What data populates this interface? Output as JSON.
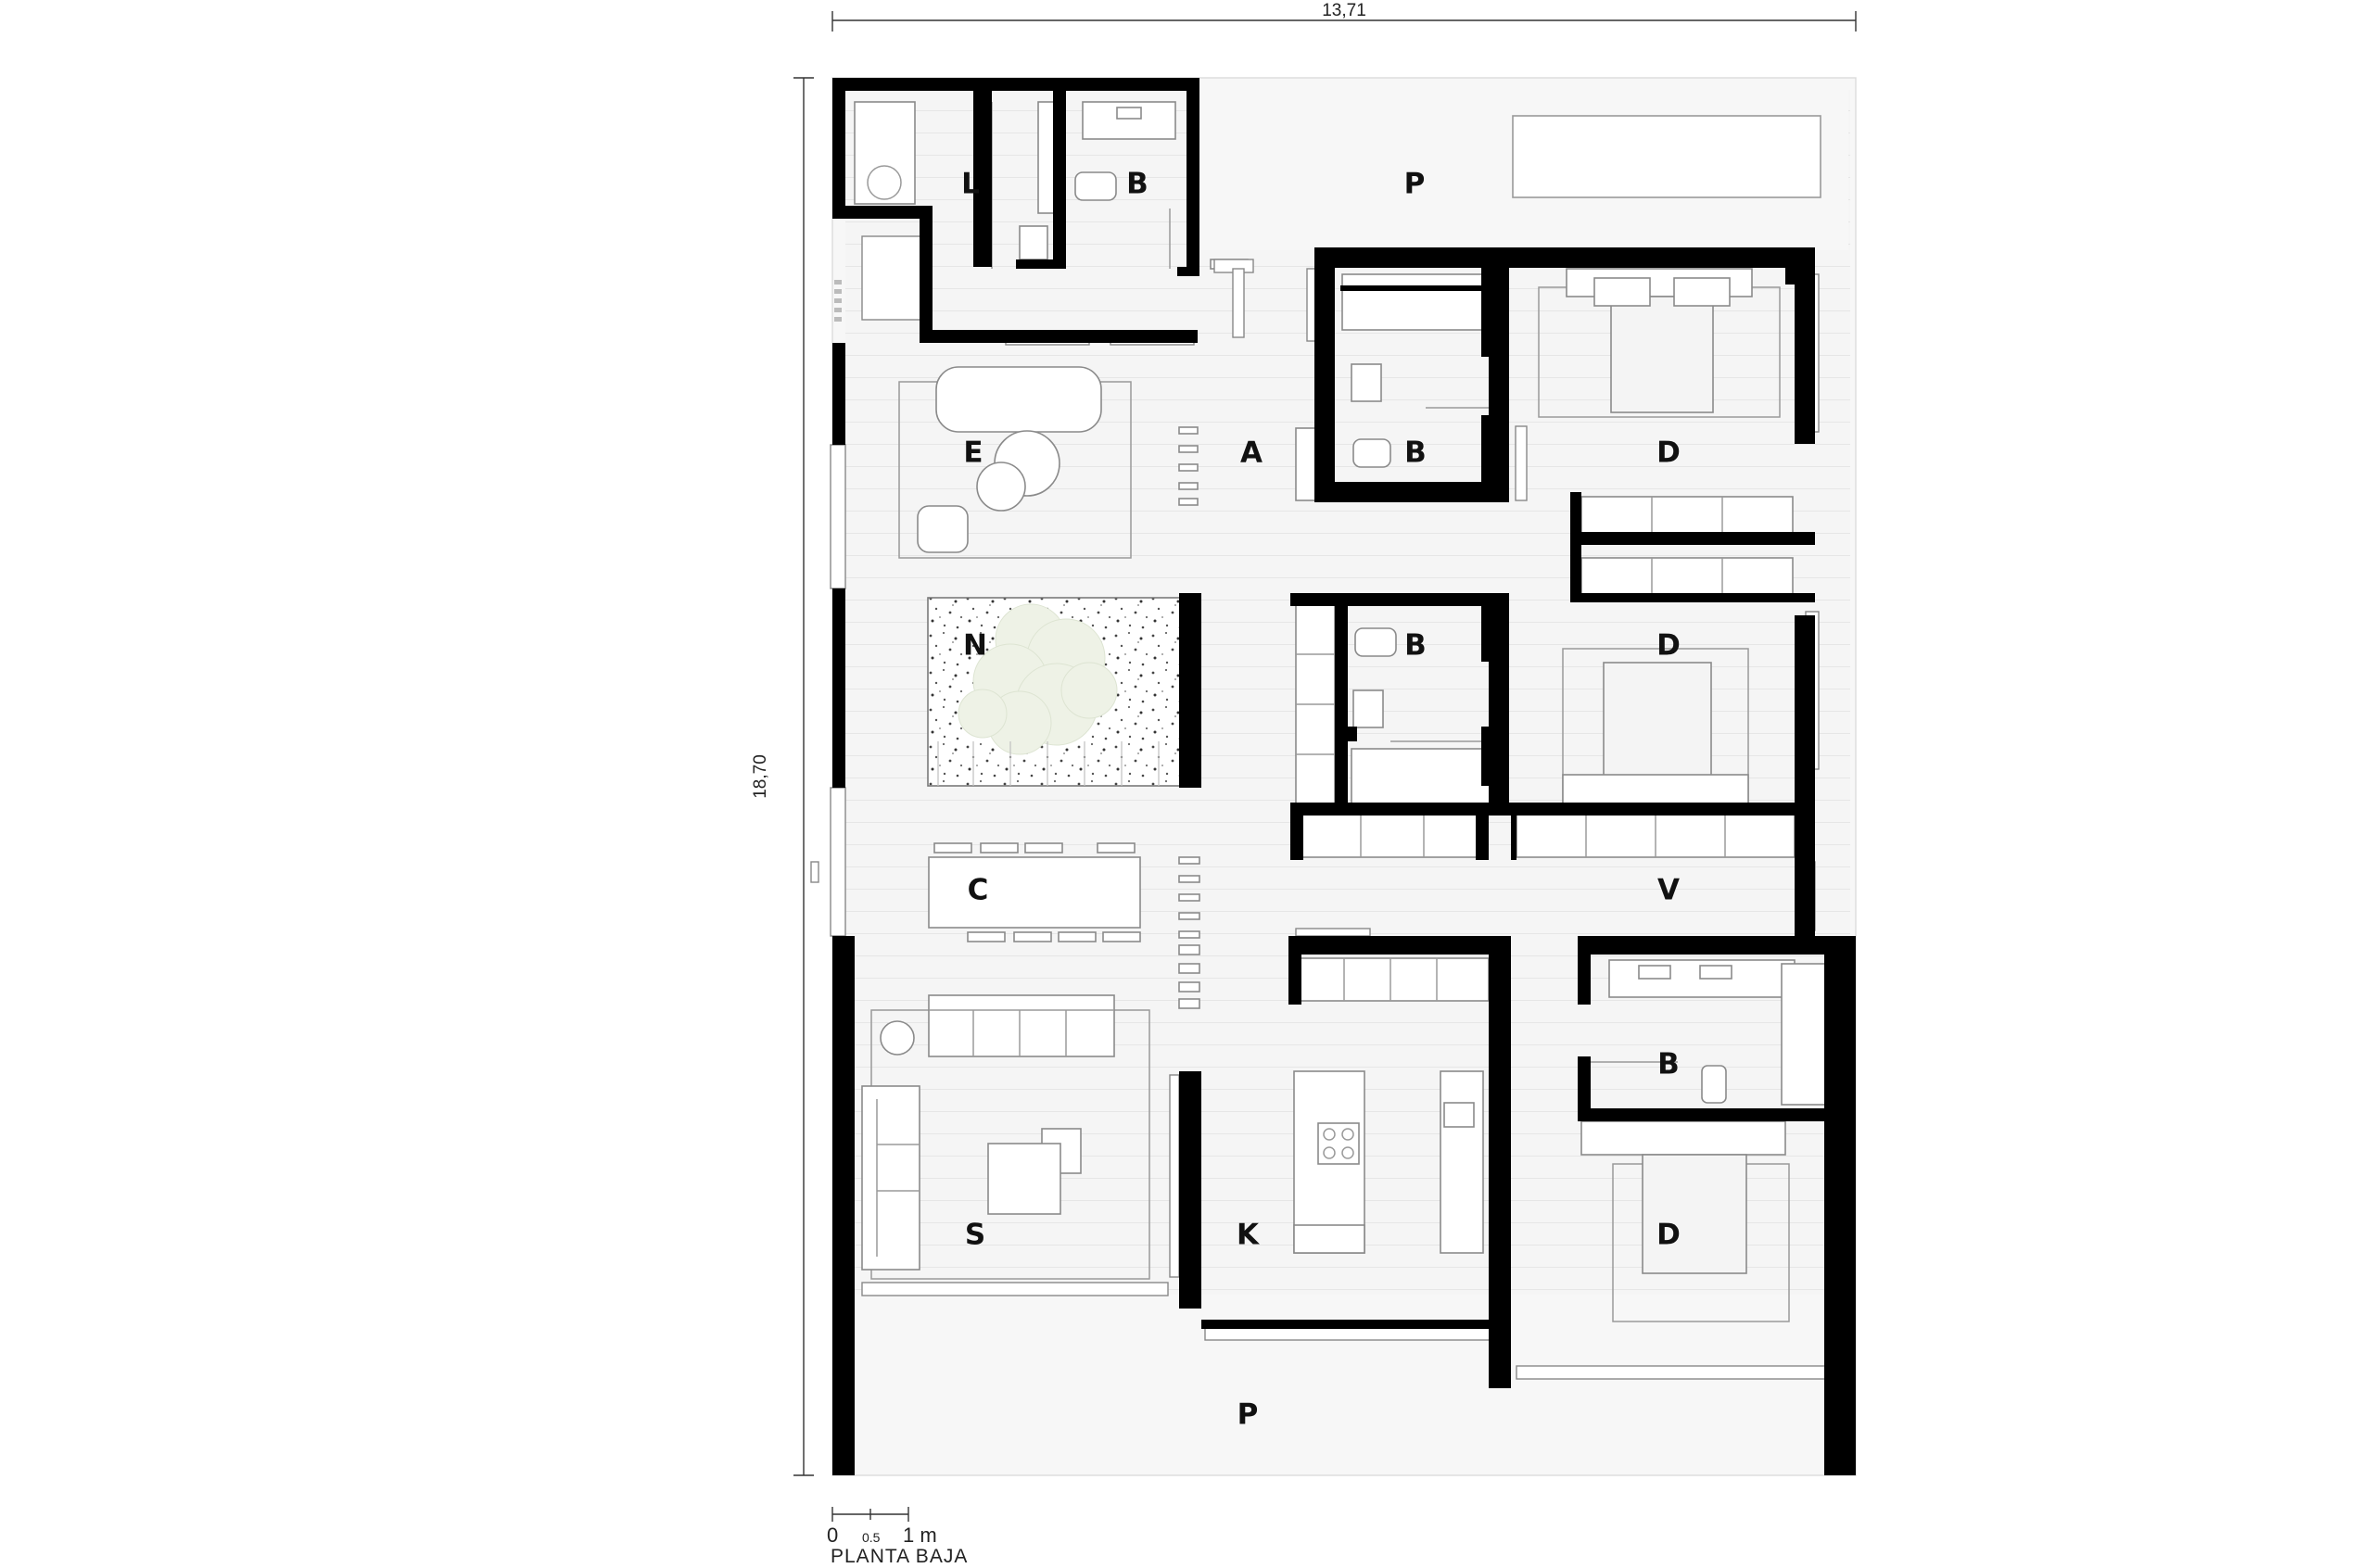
{
  "dimensions": {
    "width": "13,71",
    "height": "18,70"
  },
  "scale_bar": {
    "zero": "0",
    "half": "0.5",
    "one": "1 m"
  },
  "plan_title": "PLANTA BAJA",
  "rooms": {
    "L": "L",
    "B_top": "B",
    "P_top": "P",
    "E": "E",
    "A": "A",
    "B_mid1": "B",
    "D_1": "D",
    "N": "N",
    "B_mid2": "B",
    "D_2": "D",
    "C": "C",
    "V": "V",
    "B_right": "B",
    "S": "S",
    "K": "K",
    "D_3": "D",
    "P_bottom": "P"
  }
}
